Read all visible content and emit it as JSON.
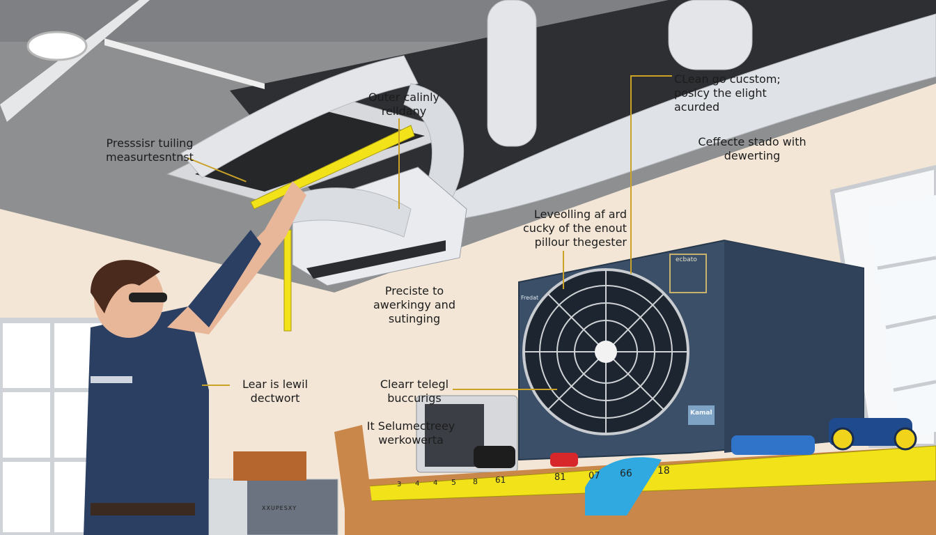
{
  "scene": {
    "description": "Illustration of an HVAC technician measuring ductwork with a tape measure, outdoor condenser unit on a workbench, annotated with callout labels",
    "colors": {
      "ceiling": "#8e8f91",
      "wall": "#f3e6d6",
      "duct": "#dfe2e6",
      "condenser": "#3b5068",
      "tape_yellow": "#f2e21a",
      "workbench_wood": "#c9874a",
      "uniform": "#2b3f63",
      "glove": "#2fa9e0",
      "leader_line": "#c9a227"
    }
  },
  "callouts": [
    {
      "id": "pressure",
      "text": "Presssisr tuiling\nmeasurtesntnst"
    },
    {
      "id": "outer",
      "text": "Outer calinly\nrelldany"
    },
    {
      "id": "clean",
      "text": "CLean go cucstom;\nposicy the elight\nacurded"
    },
    {
      "id": "effect",
      "text": "Ceffecte stado with\ndewerting"
    },
    {
      "id": "levelling",
      "text": "Leveolling af ard\ncucky of the enout\npillour thegester"
    },
    {
      "id": "precise",
      "text": "Preciste to\nawerkingy and\nsutinging"
    },
    {
      "id": "lear",
      "text": "Lear is lewil\ndectwort"
    },
    {
      "id": "clear",
      "text": "Clearr telegl\nbuccurigs"
    },
    {
      "id": "selume",
      "text": "It Selumectreey\nwerkowerta"
    }
  ],
  "condenser": {
    "badge_top": "ecbato",
    "badge_left": "Fredat",
    "badge_bottom": "Kamal"
  },
  "ruler": {
    "ticks": [
      "3",
      "4",
      "4",
      "5",
      "8",
      "61",
      "81",
      "07",
      "66",
      "18"
    ]
  },
  "toolbox": {
    "label": "XXUPESXY"
  }
}
